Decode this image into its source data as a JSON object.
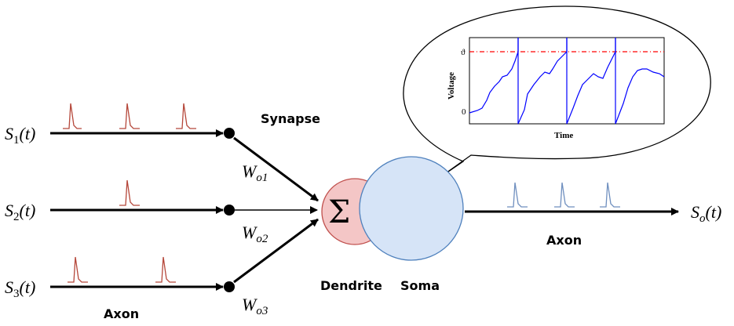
{
  "inputs": [
    {
      "symbol": "S",
      "subscript": "1",
      "arg": "(t)",
      "weight_symbol": "W",
      "weight_sub": "o1"
    },
    {
      "symbol": "S",
      "subscript": "2",
      "arg": "(t)",
      "weight_symbol": "W",
      "weight_sub": "o2"
    },
    {
      "symbol": "S",
      "subscript": "3",
      "arg": "(t)",
      "weight_symbol": "W",
      "weight_sub": "o3"
    }
  ],
  "output": {
    "symbol": "S",
    "subscript": "o",
    "arg": "(t)"
  },
  "labels": {
    "synapse": "Synapse",
    "axon_input": "Axon",
    "axon_output": "Axon",
    "dendrite": "Dendrite",
    "soma": "Soma",
    "sum_symbol": "Σ"
  },
  "inset_plot": {
    "ylabel": "Voltage",
    "xlabel": "Time",
    "threshold_tick": "ϑ",
    "zero_tick": "0"
  },
  "colors": {
    "input_spike": "#b5473a",
    "output_spike": "#6f8fbf",
    "dendrite_fill": "#f4c6c6",
    "dendrite_stroke": "#c0504d",
    "soma_fill": "#d6e4f7",
    "soma_stroke": "#4f81bd",
    "voltage_trace": "#0000ff",
    "threshold_line": "#ff0000"
  }
}
